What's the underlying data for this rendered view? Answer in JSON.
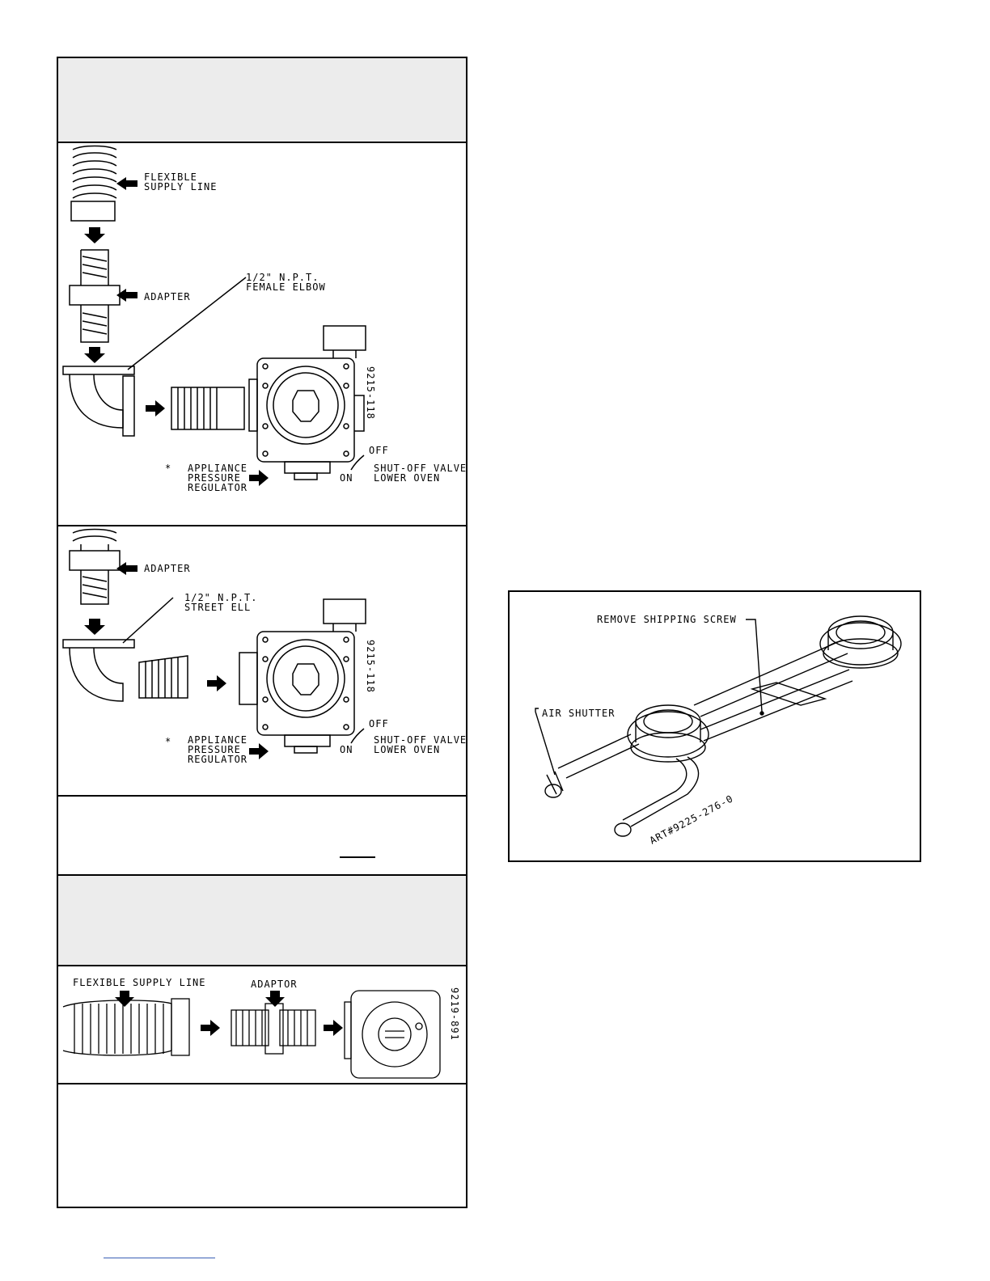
{
  "fig1": {
    "flexible_supply_line": [
      "FLEXIBLE",
      "SUPPLY LINE"
    ],
    "adapter": "ADAPTER",
    "elbow": [
      "1/2\" N.P.T.",
      "FEMALE ELBOW"
    ],
    "art_number": "9215-118",
    "off": "OFF",
    "on": "ON",
    "shutoff": [
      "SHUT-OFF VALVE",
      "LOWER OVEN"
    ],
    "regulator": [
      "APPLIANCE",
      "PRESSURE",
      "REGULATOR"
    ],
    "asterisk": "*"
  },
  "fig2": {
    "adapter": "ADAPTER",
    "street_ell": [
      "1/2\" N.P.T.",
      "STREET ELL"
    ],
    "art_number": "9215-118",
    "off": "OFF",
    "on": "ON",
    "shutoff": [
      "SHUT-OFF VALVE",
      "LOWER OVEN"
    ],
    "regulator": [
      "APPLIANCE",
      "PRESSURE",
      "REGULATOR"
    ],
    "asterisk": "*"
  },
  "fig3": {
    "flexible_supply_line": "FLEXIBLE SUPPLY LINE",
    "adaptor": "ADAPTOR",
    "art_number": "9219-891"
  },
  "burner": {
    "remove_screw": "REMOVE SHIPPING SCREW",
    "air_shutter": "AIR SHUTTER",
    "art_number": "ART#9225-276-0"
  }
}
